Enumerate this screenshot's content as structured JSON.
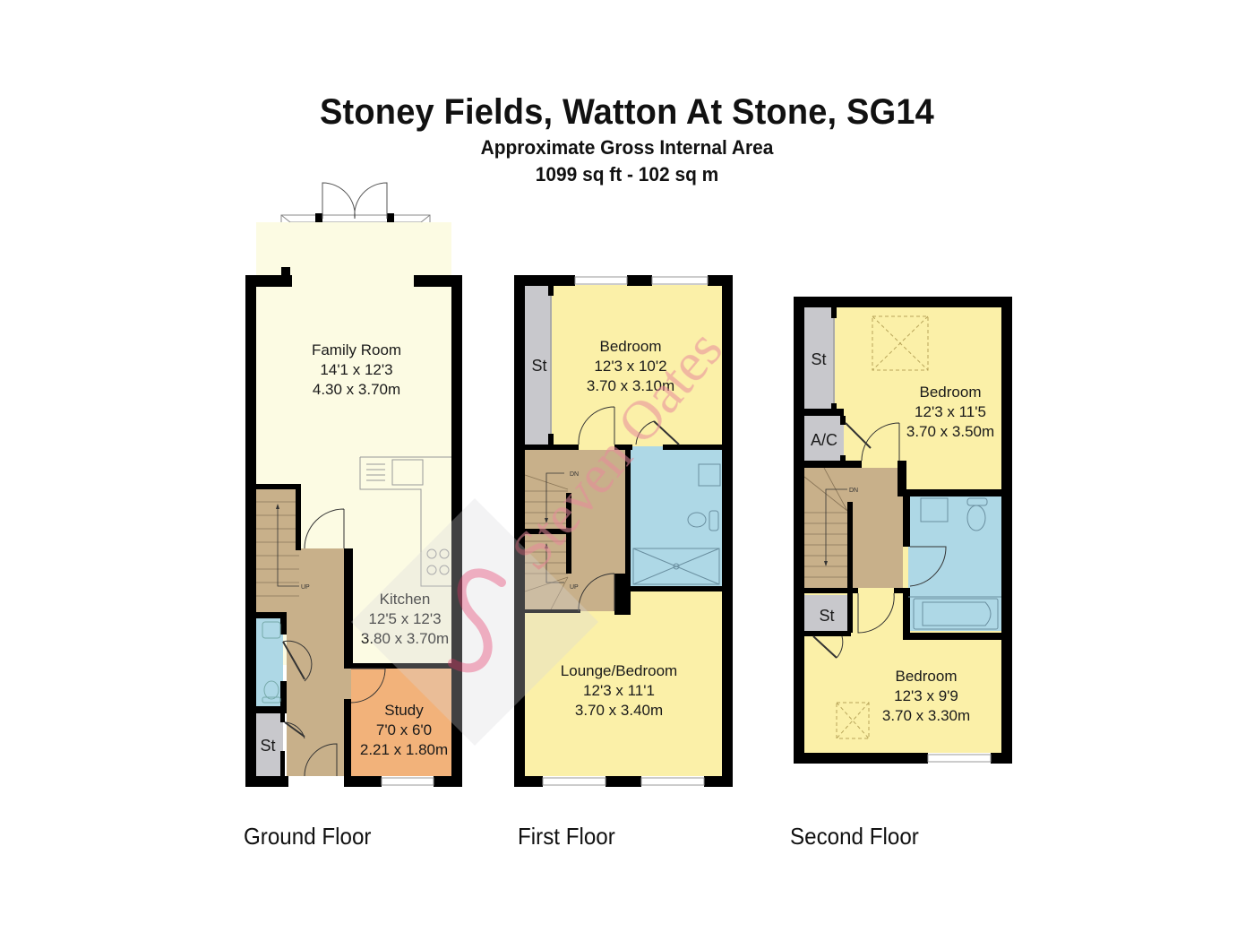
{
  "header": {
    "title": "Stoney Fields, Watton At Stone, SG14",
    "subtitle": "Approximate Gross Internal Area",
    "area": "1099 sq ft - 102 sq m"
  },
  "colors": {
    "wall": "#000000",
    "living": "#fcfbe3",
    "bedroom": "#fbf0a8",
    "hall": "#c8b08a",
    "bathroom": "#aed8e6",
    "storage": "#c8c8cc",
    "study": "#f2b27a",
    "watermark": "#e88aa0"
  },
  "watermark": {
    "text": "Steven Oates"
  },
  "floors": [
    {
      "label": "Ground Floor",
      "rooms": [
        {
          "name": "Family Room",
          "imperial": "14'1 x 12'3",
          "metric": "4.30 x 3.70m"
        },
        {
          "name": "Kitchen",
          "imperial": "12'5 x 12'3",
          "metric": "3.80 x 3.70m"
        },
        {
          "name": "Study",
          "imperial": "7'0 x 6'0",
          "metric": "2.21 x 1.80m"
        },
        {
          "name": "St"
        }
      ],
      "stair_label": "UP"
    },
    {
      "label": "First Floor",
      "rooms": [
        {
          "name": "Bedroom",
          "imperial": "12'3 x 10'2",
          "metric": "3.70 x 3.10m"
        },
        {
          "name": "Lounge/Bedroom",
          "imperial": "12'3 x 11'1",
          "metric": "3.70 x 3.40m"
        },
        {
          "name": "St"
        }
      ],
      "stair_labels": [
        "DN",
        "UP"
      ]
    },
    {
      "label": "Second Floor",
      "rooms": [
        {
          "name": "Bedroom",
          "imperial": "12'3 x 11'5",
          "metric": "3.70 x 3.50m"
        },
        {
          "name": "Bedroom",
          "imperial": "12'3 x 9'9",
          "metric": "3.70 x 3.30m"
        },
        {
          "name": "St"
        },
        {
          "name": "A/C"
        },
        {
          "name": "St"
        }
      ],
      "stair_label": "DN"
    }
  ]
}
